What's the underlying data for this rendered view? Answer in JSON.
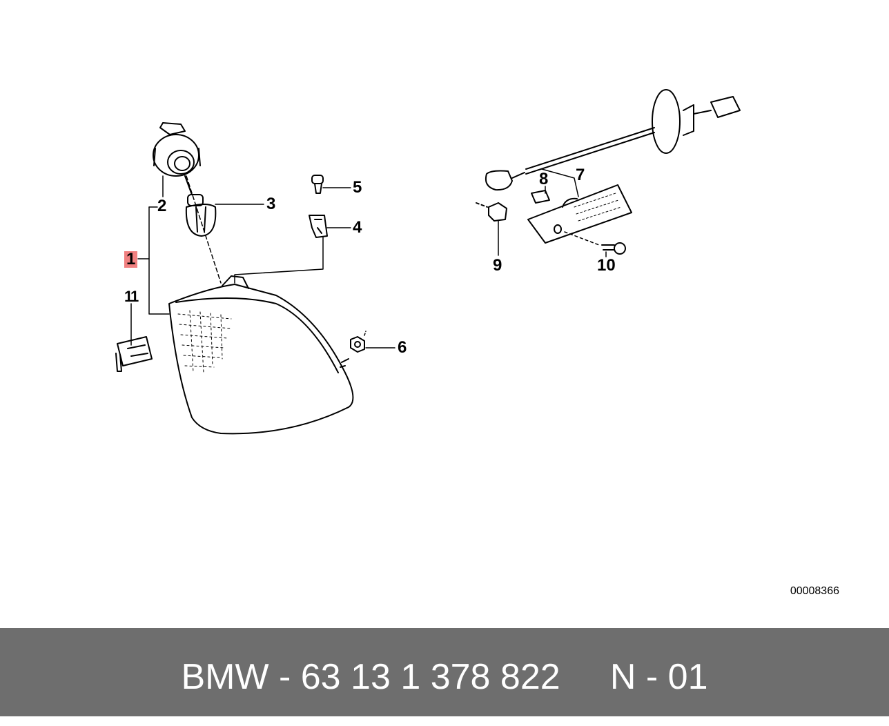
{
  "callouts": [
    "1",
    "2",
    "3",
    "4",
    "5",
    "6",
    "7",
    "8",
    "9",
    "10",
    "11"
  ],
  "highlighted_callout": "1",
  "drawing_number": "00008366",
  "footer": {
    "part_label": "BMW - 63 13 1 378 822     N - 01"
  },
  "colors": {
    "highlight": "#f08080",
    "footer_bg": "#6e6e6e",
    "footer_text": "#ffffff",
    "line": "#000000"
  }
}
